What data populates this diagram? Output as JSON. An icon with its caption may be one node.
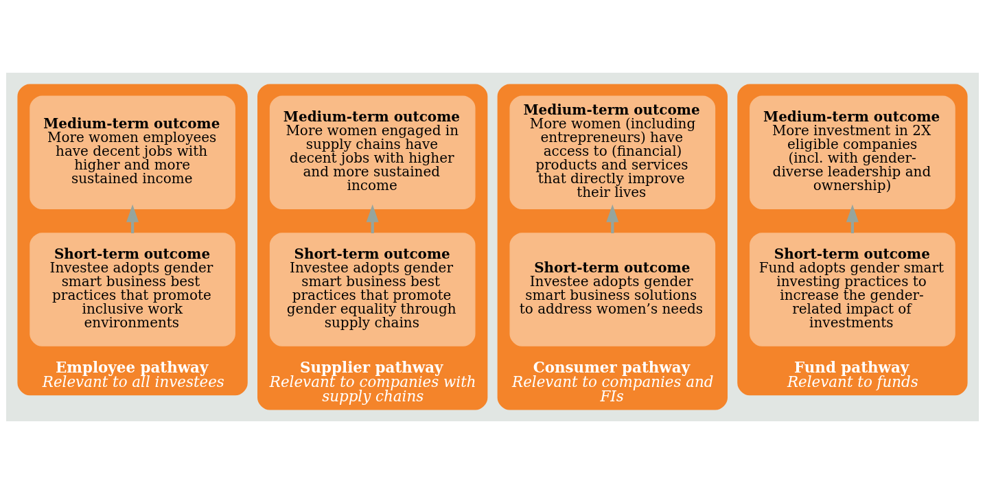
{
  "diagram": {
    "nodes": [
      {
        "text": [
          "Employee pathway",
          "Relevant to all investees"
        ]
      },
      {
        "text": [
          "Medium-term outcome",
          "More women employees have decent jobs with higher and more sustained income"
        ],
        "in": 0
      },
      {
        "text": [
          "Short-term outcome",
          "Investee adopts gender smart business best practices that promote inclusive work environments"
        ],
        "in": 0
      },
      {
        "text": [
          "Supplier pathway",
          "Relevant to companies with supply chains"
        ]
      },
      {
        "text": [
          "Medium-term outcome",
          "More women engaged in supply chains have decent jobs with higher and more sustained income"
        ],
        "in": 3
      },
      {
        "text": [
          "Short-term outcome",
          "Investee adopts gender smart business best practices that promote gender equality through supply chains"
        ],
        "in": 3
      },
      {
        "text": [
          "Consumer pathway",
          "Relevant to companies and FIs"
        ]
      },
      {
        "text": [
          "Medium-term outcome",
          "More women (including entrepreneurs) have access to (financial) products and services that directly improve their lives"
        ],
        "in": 6
      },
      {
        "text": [
          "Short-term outcome",
          "Investee adopts gender smart business solutions to address women’s needs"
        ],
        "in": 6
      },
      {
        "text": [
          "Fund pathway",
          "Relevant to funds"
        ]
      },
      {
        "text": [
          "Medium-term outcome",
          "More investment in 2X eligible companies (incl. with gender-diverse leadership and ownership)"
        ],
        "in": 9
      },
      {
        "text": [
          "Short-term outcome",
          "Fund adopts gender smart investing practices to increase the gender-related impact of investments"
        ],
        "in": 9
      }
    ],
    "edges": [
      {
        "from": 2,
        "to": 1,
        "arrow": "to"
      },
      {
        "from": 5,
        "to": 4,
        "arrow": "to"
      },
      {
        "from": 8,
        "to": 7,
        "arrow": "to"
      },
      {
        "from": 11,
        "to": 10,
        "arrow": "to"
      }
    ]
  }
}
